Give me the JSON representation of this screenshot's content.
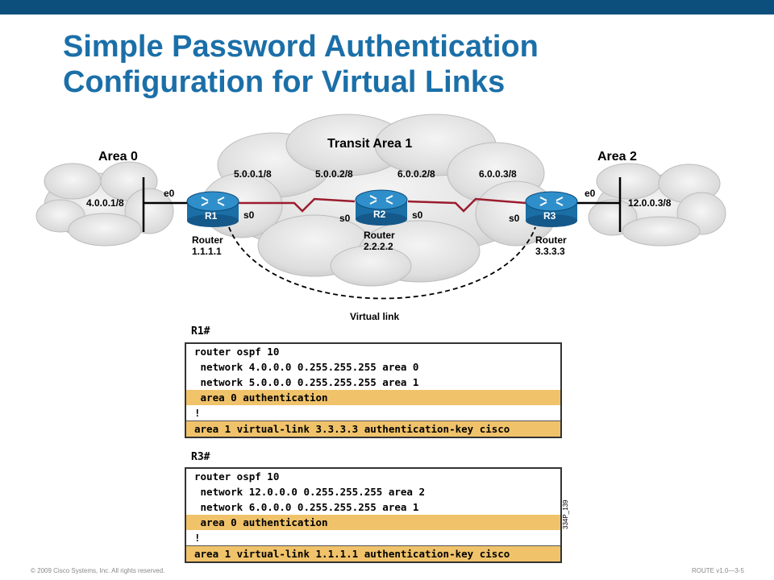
{
  "title": {
    "line1": "Simple Password Authentication",
    "line2": "Configuration for Virtual Links"
  },
  "diagram": {
    "areas": {
      "area0": "Area 0",
      "transit": "Transit Area 1",
      "area2": "Area 2"
    },
    "addresses": {
      "r1_e0": "4.0.0.1/8",
      "r1_s0": "5.0.0.1/8",
      "r2_s0_left": "5.0.0.2/8",
      "r2_s0_right": "6.0.0.2/8",
      "r3_s0": "6.0.0.3/8",
      "r3_e0": "12.0.0.3/8"
    },
    "interfaces": {
      "r1_e0": "e0",
      "r1_s0": "s0",
      "r2_s0_left": "s0",
      "r2_s0_right": "s0",
      "r3_s0": "s0",
      "r3_e0": "e0"
    },
    "routers": [
      {
        "name": "R1",
        "label": "Router",
        "id": "1.1.1.1"
      },
      {
        "name": "R2",
        "label": "Router",
        "id": "2.2.2.2"
      },
      {
        "name": "R3",
        "label": "Router",
        "id": "3.3.3.3"
      }
    ],
    "virtual_link": "Virtual link"
  },
  "configs": [
    {
      "header": "R1#",
      "lines": [
        {
          "text": "router ospf 10",
          "highlight": false
        },
        {
          "text": " network 4.0.0.0 0.255.255.255 area 0",
          "highlight": false
        },
        {
          "text": " network 5.0.0.0 0.255.255.255 area 1",
          "highlight": false
        },
        {
          "text": " area 0 authentication",
          "highlight": true
        },
        {
          "text": "!",
          "highlight": false
        },
        {
          "text": "area 1 virtual-link 3.3.3.3 authentication-key cisco",
          "highlight": true
        }
      ]
    },
    {
      "header": "R3#",
      "lines": [
        {
          "text": "router ospf 10",
          "highlight": false
        },
        {
          "text": " network 12.0.0.0 0.255.255.255 area 2",
          "highlight": false
        },
        {
          "text": " network 6.0.0.0 0.255.255.255 area 1",
          "highlight": false
        },
        {
          "text": " area 0 authentication",
          "highlight": true
        },
        {
          "text": "!",
          "highlight": false
        },
        {
          "text": "area 1 virtual-link 1.1.1.1 authentication-key cisco",
          "highlight": true
        }
      ]
    }
  ],
  "figure_id": "334P_139",
  "footer": {
    "left": "© 2009 Cisco Systems, Inc. All rights reserved.",
    "right": "ROUTE v1.0—3-5"
  },
  "colors": {
    "title": "#1b6fa8",
    "topbar": "#0d4f7c",
    "router": "#1a6fa6",
    "serial_link": "#9b1c2e",
    "highlight": "#f0c36b"
  }
}
